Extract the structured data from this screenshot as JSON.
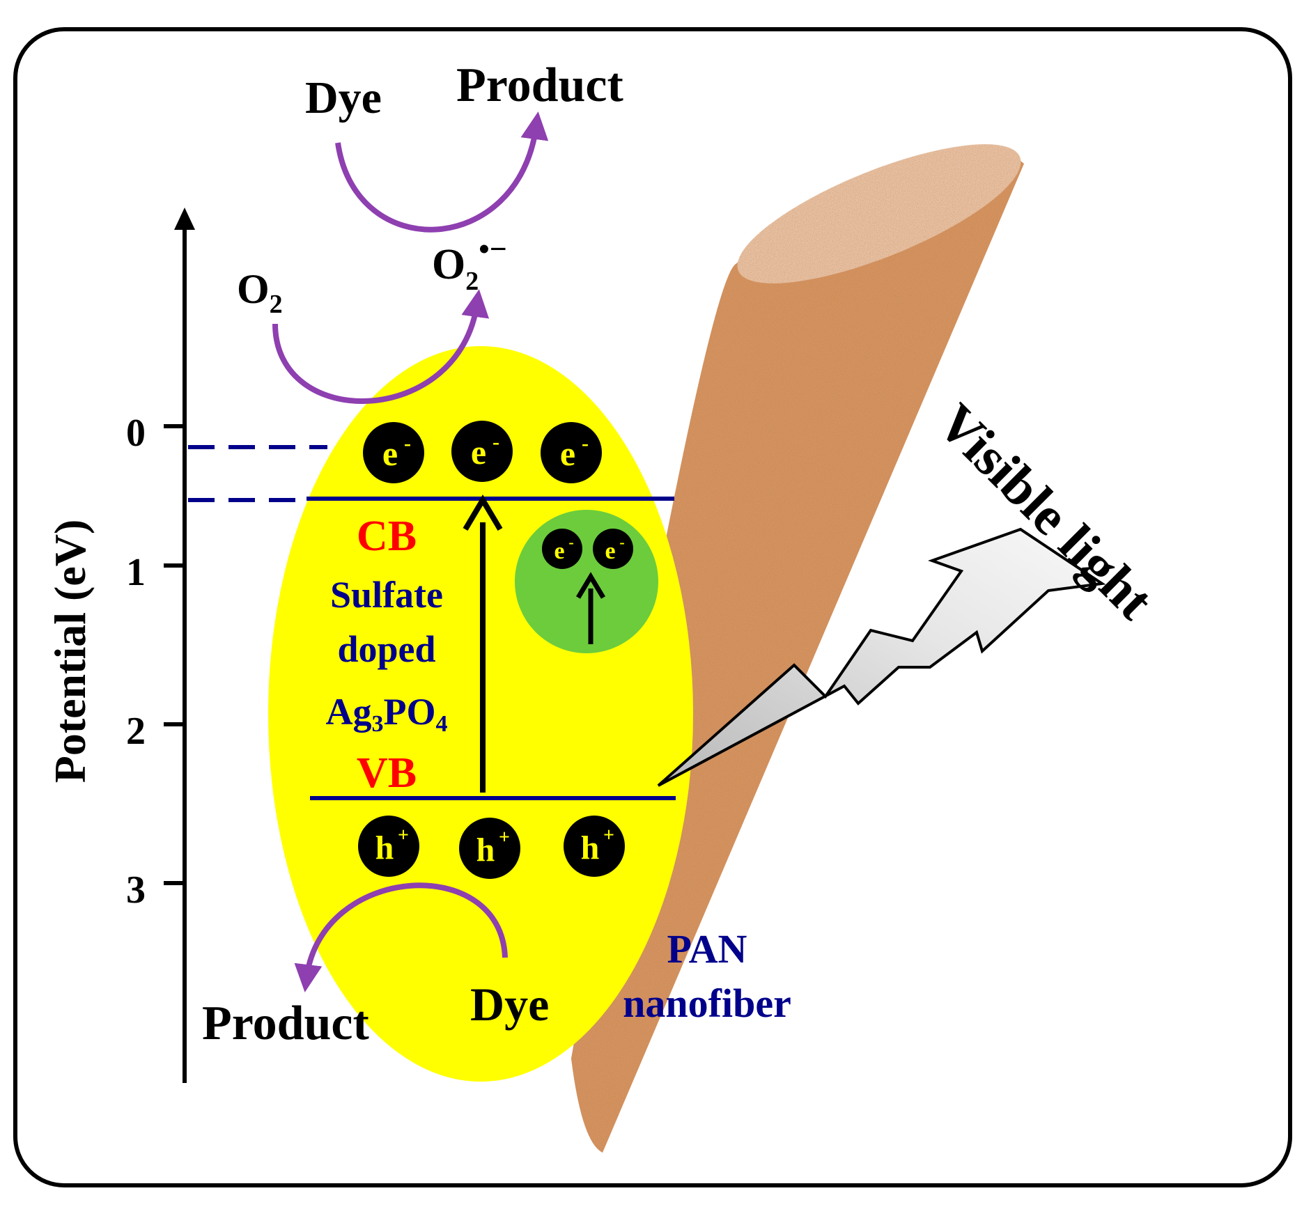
{
  "axis": {
    "label": "Potential (eV)",
    "ticks": [
      "0",
      "1",
      "2",
      "3"
    ]
  },
  "top": {
    "dye": "Dye",
    "product": "Product",
    "o2": "O",
    "o2_sub": "2",
    "superoxide": "O",
    "superoxide_sub": "2",
    "superoxide_sup": "•−"
  },
  "bottom": {
    "dye": "Dye",
    "product": "Product"
  },
  "particle": {
    "cb": "CB",
    "vb": "VB",
    "name_line1": "Sulfate",
    "name_line2": "doped",
    "name_line3_main": "Ag",
    "name_line3_sub1": "3",
    "name_line3_mid": "PO",
    "name_line3_sub2": "4",
    "electron": "e",
    "electron_sup": "-",
    "hole": "h",
    "hole_sup": "+"
  },
  "fiber": {
    "line1": "PAN",
    "line2": "nanofiber"
  },
  "light": {
    "label": "Visible light"
  },
  "colors": {
    "particle": "#ffff00",
    "green_state": "#6ccc3c",
    "band_line": "#00008b",
    "band_label": "#ff0000",
    "material_text": "#00008b",
    "arrow_purple": "#8e3fb0",
    "fiber": "#d7925f"
  }
}
